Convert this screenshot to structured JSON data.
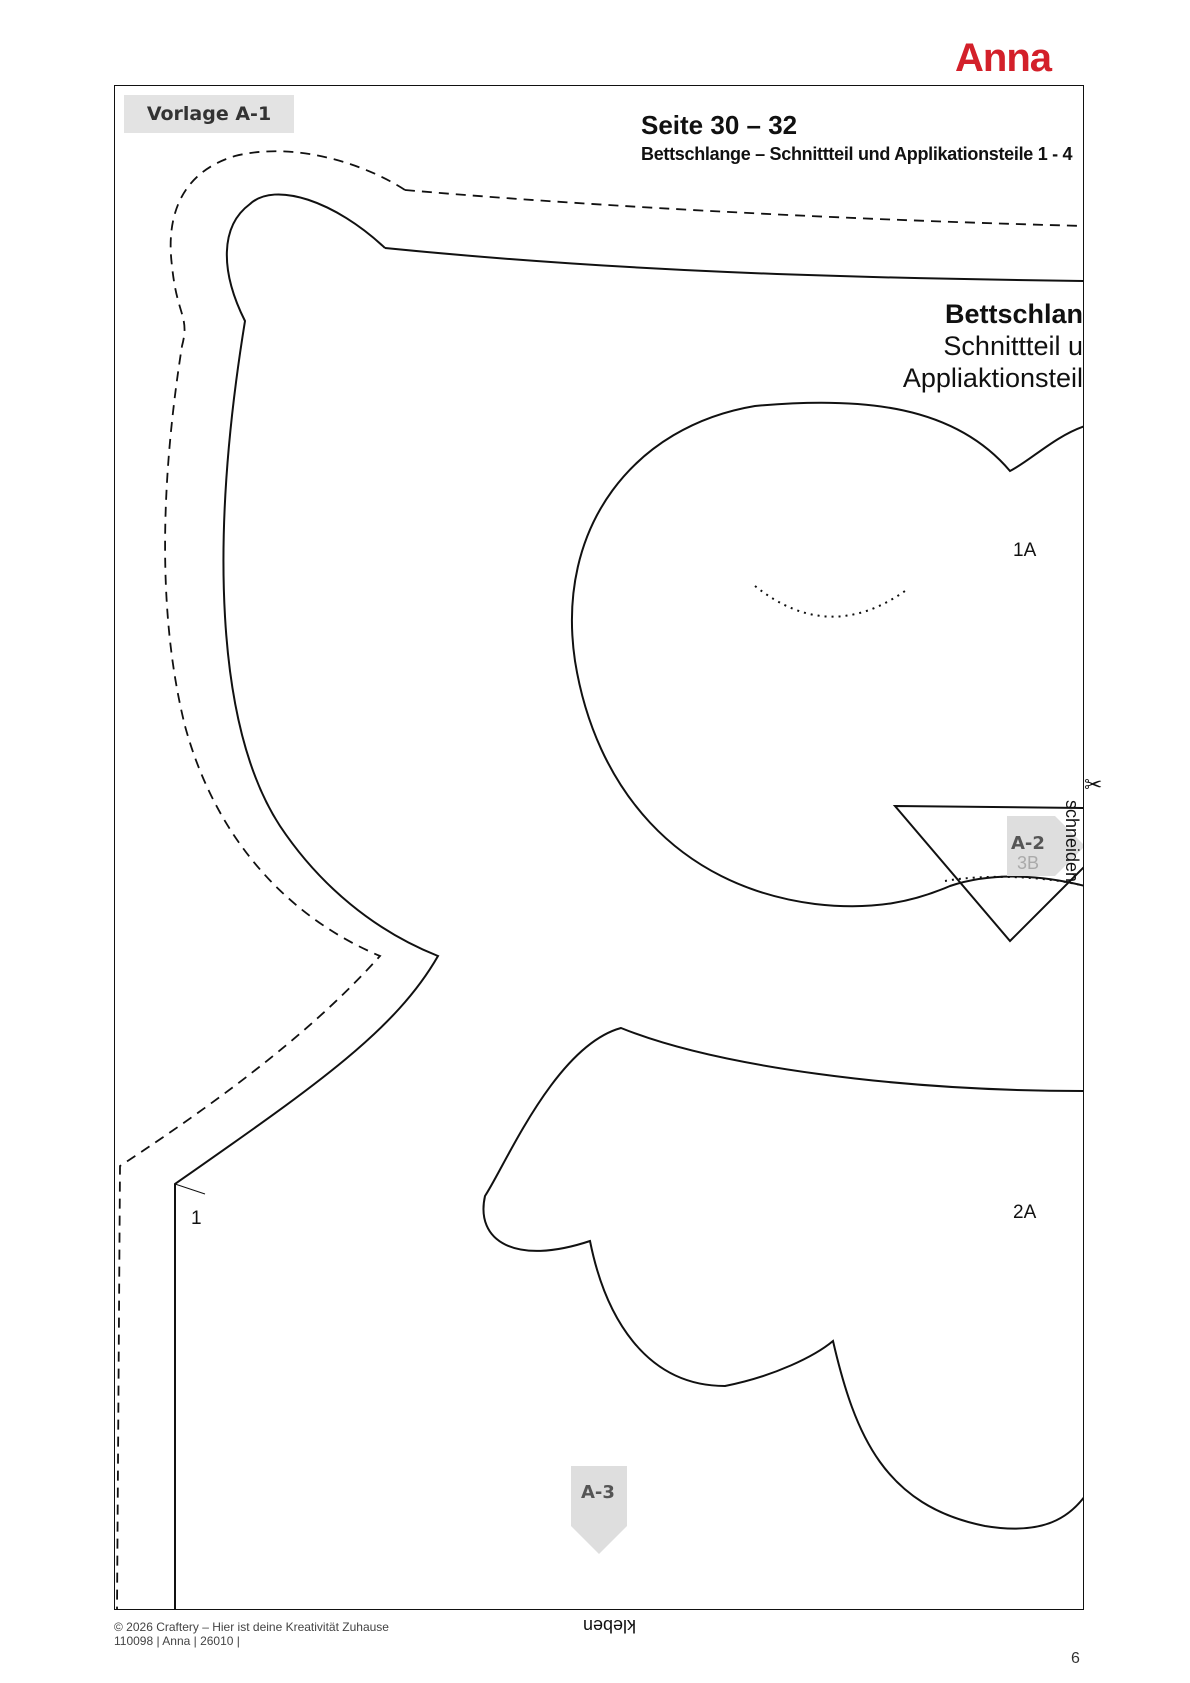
{
  "brand": {
    "logo_text": "Anna",
    "color": "#d3202a"
  },
  "template": {
    "badge": "Vorlage A-1",
    "page_title": "Seite 30 – 32",
    "page_subtitle": "Bettschlange – Schnittteil und Applikationsteile 1 - 4",
    "big_title_line1": "Bettschlan",
    "big_title_line2": "Schnittteil u",
    "big_title_line3": "Appliaktionsteil"
  },
  "piece_labels": {
    "p1a": "1A",
    "p2a": "2A",
    "p1": "1",
    "p3b": "3B"
  },
  "markers": {
    "a2": "A-2",
    "a3": "A-3",
    "schneiden": "schneiden",
    "kleben": "kleben",
    "scissor_icon": "✂"
  },
  "footer": {
    "line1": "© 2026 Craftery – Hier ist deine Kreativität Zuhause",
    "line2": "110098 | Anna | 26010 |",
    "page_number": "6"
  }
}
